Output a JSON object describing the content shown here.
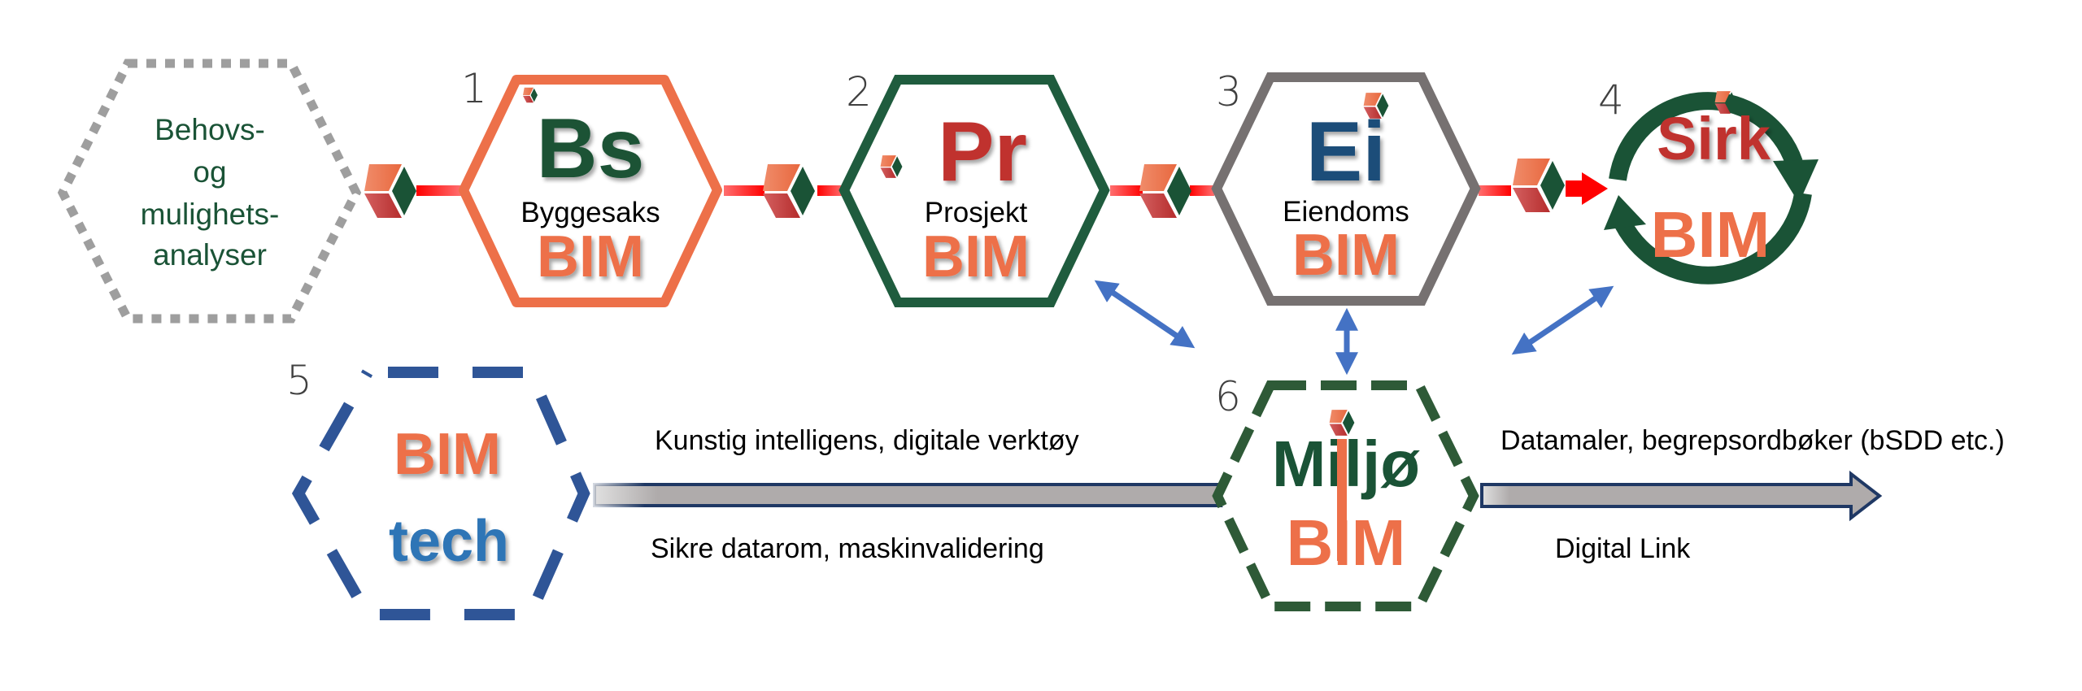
{
  "diagram": {
    "title": "BIM process flow",
    "colors": {
      "orange": "#ED7049",
      "dark_green": "#1A5336",
      "red": "#C0312F",
      "navy_blue": "#1F4E79",
      "light_blue": "#2E75B6",
      "gray_border": "#767171",
      "dotted_gray": "#9E9E9E",
      "dashed_blue": "#2F5597",
      "arrow_blue": "#4472C4",
      "connector_red": "#FF0000",
      "label_gray": "#404040"
    },
    "pre_stage": {
      "lines": [
        "Behovs-",
        "og",
        "mulighets-",
        "analyser"
      ]
    },
    "stages": [
      {
        "number": "1",
        "abbr": "Bs",
        "word": "Byggesaks",
        "bim": "BIM",
        "border": "orange",
        "abbr_color": "dark_green"
      },
      {
        "number": "2",
        "abbr": "Pr",
        "word": "Prosjekt",
        "bim": "BIM",
        "border": "dark_green",
        "abbr_color": "red"
      },
      {
        "number": "3",
        "abbr": "Ei",
        "word": "Eiendoms",
        "bim": "BIM",
        "border": "gray_border",
        "abbr_color": "navy_blue"
      },
      {
        "number": "4",
        "abbr": "Sirk",
        "bim": "BIM",
        "border": "dark_green",
        "abbr_color": "red"
      }
    ],
    "tech": {
      "number": "5",
      "line1": "BIM",
      "line2": "tech"
    },
    "miljo": {
      "number": "6",
      "line1": "Miljø",
      "line2": "BIM"
    },
    "flow_labels": {
      "left_top": "Kunstig intelligens, digitale verktøy",
      "left_bottom": "Sikre datarom, maskinvalidering",
      "right_top": "Datamaler, begrepsordbøker (bSDD etc.)",
      "right_bottom": "Digital Link"
    },
    "icons": {
      "connector": "bim-cube-icon",
      "cycle": "circular-arrows-icon",
      "link": "double-headed-arrow-icon"
    }
  }
}
